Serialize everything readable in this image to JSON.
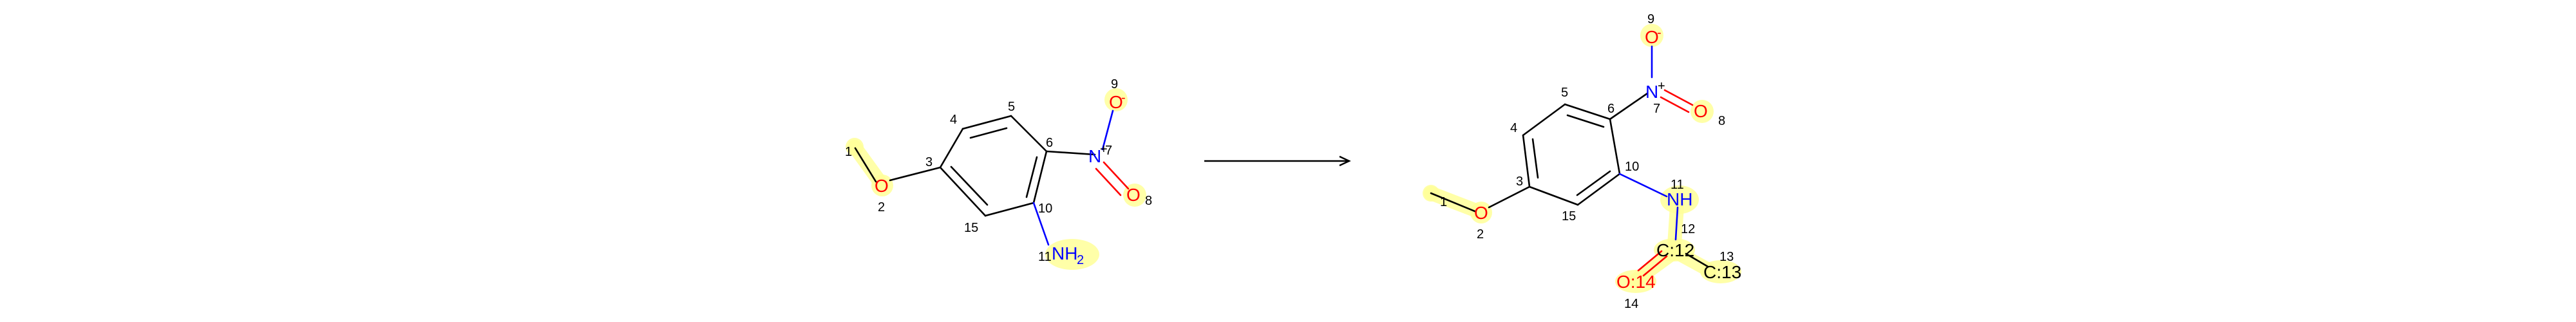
{
  "reactant": {
    "atom_numbers": [
      "1",
      "2",
      "3",
      "4",
      "5",
      "6",
      "7",
      "8",
      "9",
      "10",
      "15",
      "11"
    ],
    "labels": {
      "nitro_n": "N",
      "nitro_plus": "+",
      "nitro_o_minus": "O",
      "minus": "-",
      "nitro_o": "O",
      "methoxy_o": "O",
      "amine": "NH",
      "amine_sub": "2"
    }
  },
  "product": {
    "atom_numbers": [
      "1",
      "2",
      "3",
      "4",
      "5",
      "6",
      "7",
      "8",
      "9",
      "10",
      "15",
      "11",
      "12",
      "13",
      "14"
    ],
    "labels": {
      "nitro_n": "N",
      "nitro_plus": "+",
      "nitro_o_minus": "O",
      "minus": "-",
      "nitro_o": "O",
      "methoxy_o": "O",
      "amide_nh": "NH",
      "carbonyl_c": "C:12",
      "methyl_c": "C:13",
      "carbonyl_o": "O:14"
    }
  },
  "colors": {
    "highlight": "#ffff99",
    "oxygen": "#ff0000",
    "nitrogen": "#0000ff",
    "bond": "#000000"
  }
}
